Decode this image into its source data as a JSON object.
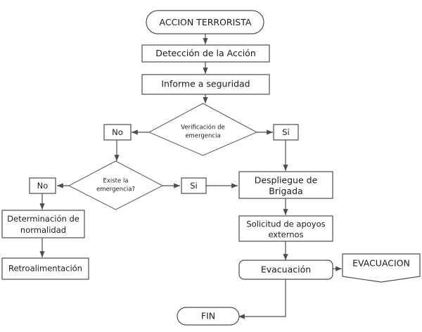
{
  "diagram": {
    "title_text": "ACCION TERRORISTA",
    "type": "flowchart",
    "background_color": "#ffffff",
    "stroke_color": "#4d4d4d",
    "text_color": "#1a1a1a",
    "nodes": {
      "start": {
        "label": "ACCION TERRORISTA",
        "shape": "terminator"
      },
      "deteccion": {
        "label": "Detección de la Acción",
        "shape": "process"
      },
      "informe": {
        "label": "Informe a seguridad",
        "shape": "process"
      },
      "verificacion": {
        "label_line1": "Verificación de",
        "label_line2": "emergencia",
        "shape": "decision"
      },
      "verificacion_no": {
        "label": "No",
        "shape": "process"
      },
      "verificacion_si": {
        "label": "Si",
        "shape": "process"
      },
      "existe": {
        "label_line1": "Existe la",
        "label_line2": "emergencia?",
        "shape": "decision"
      },
      "existe_no": {
        "label": "No",
        "shape": "process"
      },
      "existe_si": {
        "label": "Si",
        "shape": "process"
      },
      "determinacion": {
        "label_line1": "Determinación de",
        "label_line2": "normalidad",
        "shape": "process"
      },
      "retroalimentacion": {
        "label": "Retroalimentación",
        "shape": "process"
      },
      "despliegue": {
        "label_line1": "Despliegue de",
        "label_line2": "Brigada",
        "shape": "process"
      },
      "solicitud": {
        "label_line1": "Solicitud de apoyos",
        "label_line2": "externos",
        "shape": "process"
      },
      "evacuacion_proc": {
        "label": "Evacuación",
        "shape": "rounded-process"
      },
      "evacuacion_doc": {
        "label": "EVACUACION",
        "shape": "document"
      },
      "fin": {
        "label": "FIN",
        "shape": "terminator"
      }
    }
  }
}
